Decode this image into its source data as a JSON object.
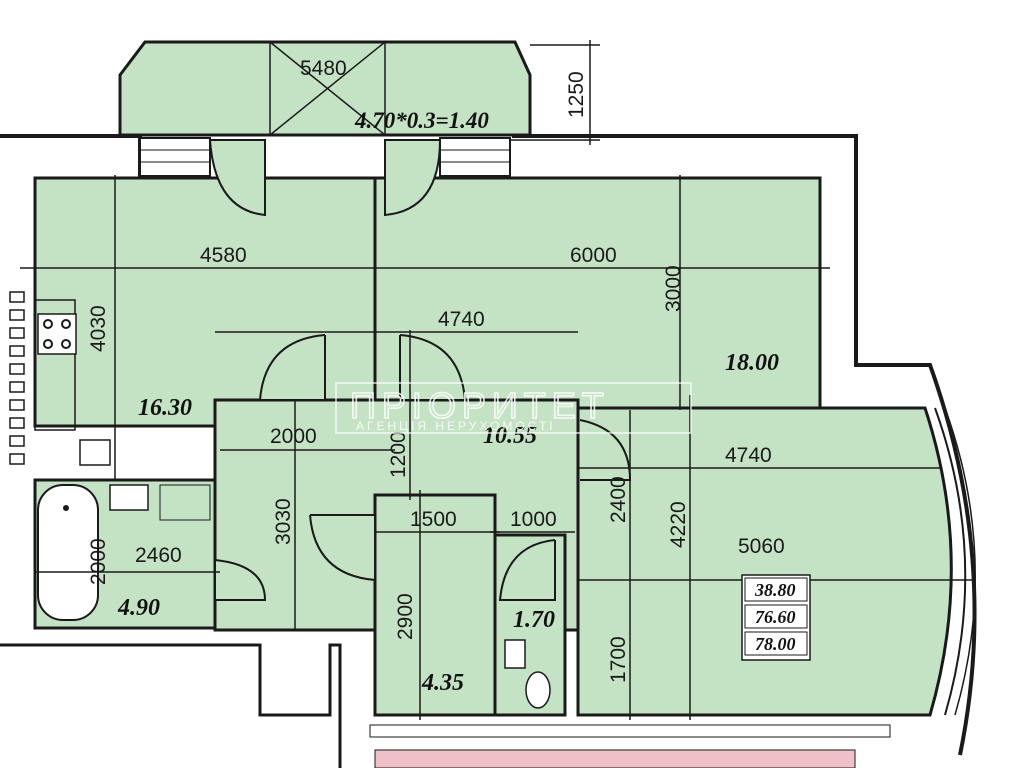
{
  "balcony": {
    "width_dim": "5480",
    "depth_dim": "1250",
    "area_formula": "4.70*0.3=1.40"
  },
  "dimensions": [
    "4580",
    "6000",
    "4740",
    "3000",
    "4030",
    "2000",
    "1200",
    "3030",
    "2460",
    "2000",
    "1500",
    "1000",
    "2400",
    "4740",
    "4220",
    "5060",
    "2900",
    "1700"
  ],
  "rooms": {
    "kitchen": "16.30",
    "living": "18.00",
    "hall": "10.55",
    "bathroom": "4.90",
    "storage": "4.35",
    "wc": "1.70"
  },
  "totals": [
    "38.80",
    "76.60",
    "78.00"
  ],
  "watermark": {
    "name": "ПРІОРИТЕТ",
    "subtitle": "АГЕНЦІЯ НЕРУХОМОСТІ"
  },
  "colors": {
    "room_fill": "#c4e3c4",
    "wall": "#1a1a1a",
    "pink": "#f0c0c8"
  }
}
